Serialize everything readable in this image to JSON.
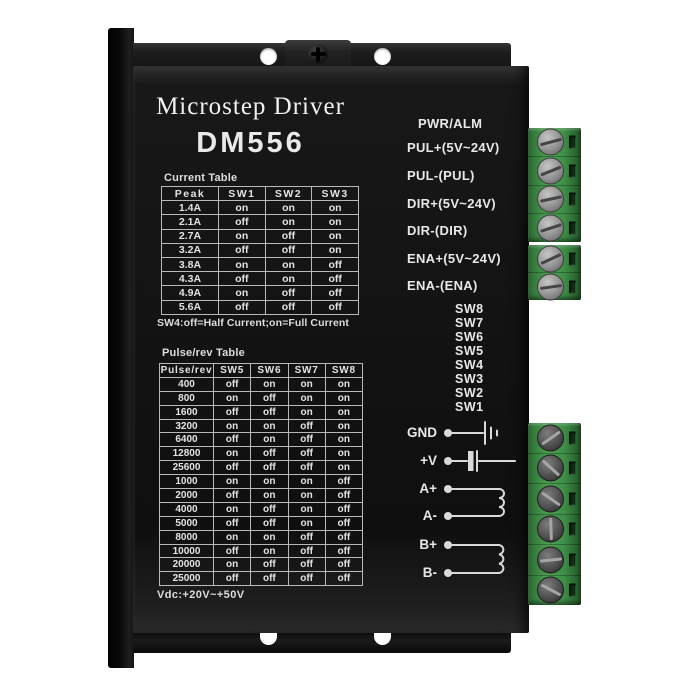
{
  "device": {
    "title": "Microstep Driver",
    "model": "DM556"
  },
  "colors": {
    "panel_black": "#131313",
    "terminal_green": "#3f8f47",
    "print_white": "#e3e3e3",
    "screw_gray": "#929292"
  },
  "current_table": {
    "title": "Current Table",
    "headers": [
      "Peak",
      "SW1",
      "SW2",
      "SW3"
    ],
    "rows": [
      [
        "1.4A",
        "on",
        "on",
        "on"
      ],
      [
        "2.1A",
        "off",
        "on",
        "on"
      ],
      [
        "2.7A",
        "on",
        "off",
        "on"
      ],
      [
        "3.2A",
        "off",
        "off",
        "on"
      ],
      [
        "3.8A",
        "on",
        "on",
        "off"
      ],
      [
        "4.3A",
        "off",
        "on",
        "off"
      ],
      [
        "4.9A",
        "on",
        "off",
        "off"
      ],
      [
        "5.6A",
        "off",
        "off",
        "off"
      ]
    ],
    "note": "SW4:off=Half Current;on=Full Current"
  },
  "pulse_table": {
    "title": "Pulse/rev Table",
    "headers": [
      "Pulse/rev",
      "SW5",
      "SW6",
      "SW7",
      "SW8"
    ],
    "rows": [
      [
        "400",
        "off",
        "on",
        "on",
        "on"
      ],
      [
        "800",
        "on",
        "off",
        "on",
        "on"
      ],
      [
        "1600",
        "off",
        "off",
        "on",
        "on"
      ],
      [
        "3200",
        "on",
        "on",
        "off",
        "on"
      ],
      [
        "6400",
        "off",
        "on",
        "off",
        "on"
      ],
      [
        "12800",
        "on",
        "off",
        "off",
        "on"
      ],
      [
        "25600",
        "off",
        "off",
        "off",
        "on"
      ],
      [
        "1000",
        "on",
        "on",
        "on",
        "off"
      ],
      [
        "2000",
        "off",
        "on",
        "on",
        "off"
      ],
      [
        "4000",
        "on",
        "off",
        "on",
        "off"
      ],
      [
        "5000",
        "off",
        "off",
        "on",
        "off"
      ],
      [
        "8000",
        "on",
        "on",
        "off",
        "off"
      ],
      [
        "10000",
        "off",
        "on",
        "off",
        "off"
      ],
      [
        "20000",
        "on",
        "off",
        "off",
        "off"
      ],
      [
        "25000",
        "off",
        "off",
        "off",
        "off"
      ]
    ]
  },
  "power_note": "Vdc:+20V~+50V",
  "signal_labels": [
    "PWR/ALM",
    "PUL+(5V~24V)",
    "PUL-(PUL)",
    "DIR+(5V~24V)",
    "DIR-(DIR)",
    "ENA+(5V~24V)",
    "ENA-(ENA)"
  ],
  "dip_switches": [
    "SW8",
    "SW7",
    "SW6",
    "SW5",
    "SW4",
    "SW3",
    "SW2",
    "SW1"
  ],
  "power_terminals": [
    "GND",
    "+V",
    "A+",
    "A-",
    "B+",
    "B-"
  ],
  "terminal_blocks": [
    {
      "position": "top-upper",
      "terminals": 4,
      "screw_style": "light"
    },
    {
      "position": "top-lower",
      "terminals": 2,
      "screw_style": "light"
    },
    {
      "position": "bottom",
      "terminals": 6,
      "screw_style": "dark"
    }
  ]
}
